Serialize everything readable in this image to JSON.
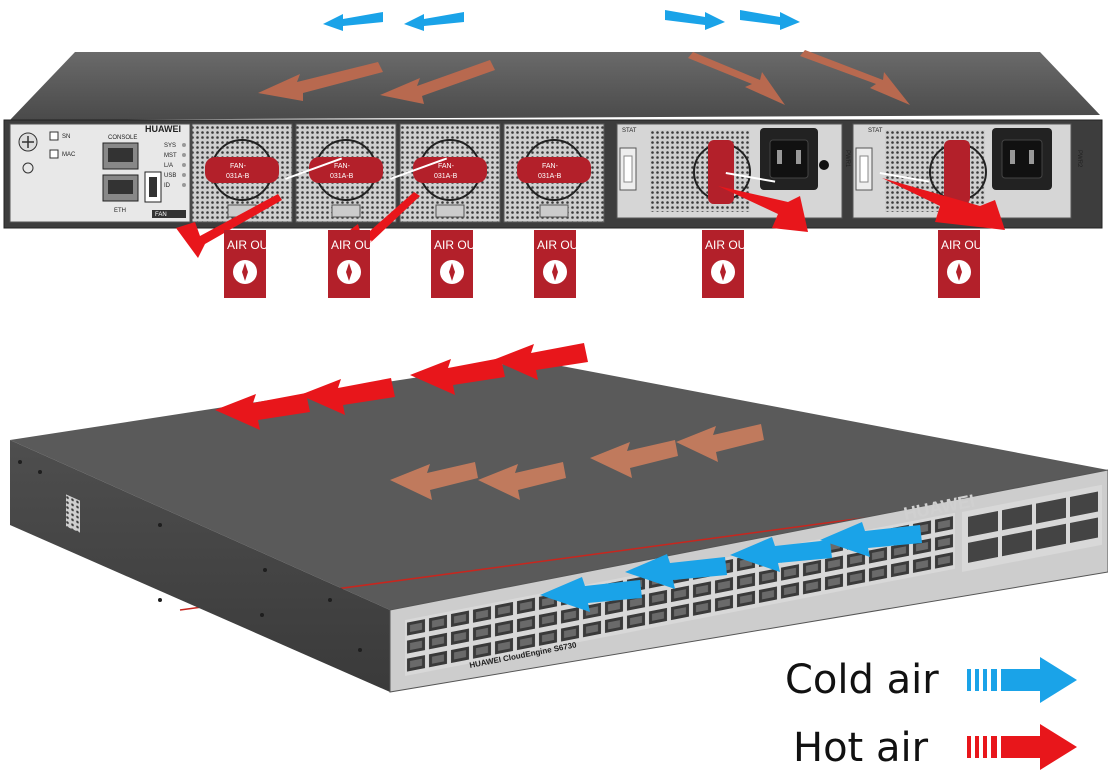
{
  "rear_panel": {
    "brand": "HUAWEI",
    "labels": {
      "sn": "SN",
      "mac": "MAC",
      "console": "CONSOLE",
      "eth": "ETH",
      "usb_icon": "usb-icon"
    },
    "indicators": [
      "SYS",
      "MST",
      "L/A",
      "USB",
      "ID"
    ],
    "fan_badge": "FAN",
    "fan_modules": [
      {
        "line1": "FAN-",
        "line2": "031A-B"
      },
      {
        "line1": "FAN-",
        "line2": "031A-B"
      },
      {
        "line1": "FAN-",
        "line2": "031A-B"
      },
      {
        "line1": "FAN-",
        "line2": "031A-B"
      }
    ],
    "power_modules": [
      {
        "stat": "STAT",
        "slot": "PWR1"
      },
      {
        "stat": "STAT",
        "slot": "PWR2"
      }
    ],
    "air_out_label": "AIR OUT",
    "air_out_count": 6
  },
  "front_switch": {
    "brand": "HUAWEI",
    "model_strip": "HUAWEI   CloudEngine   S6730"
  },
  "legend": {
    "cold_air": {
      "label": "Cold air",
      "color": "#1aa3e8"
    },
    "hot_air": {
      "label": "Hot air",
      "color": "#e8161b"
    }
  },
  "colors": {
    "chassis_top": "#5b5b5b",
    "chassis_face": "#3f3f3f",
    "warm_arrow": "#b8694f",
    "hot_arrow": "#e8161b",
    "cold_arrow": "#1aa3e8",
    "air_out_badge": "#b3202a"
  }
}
